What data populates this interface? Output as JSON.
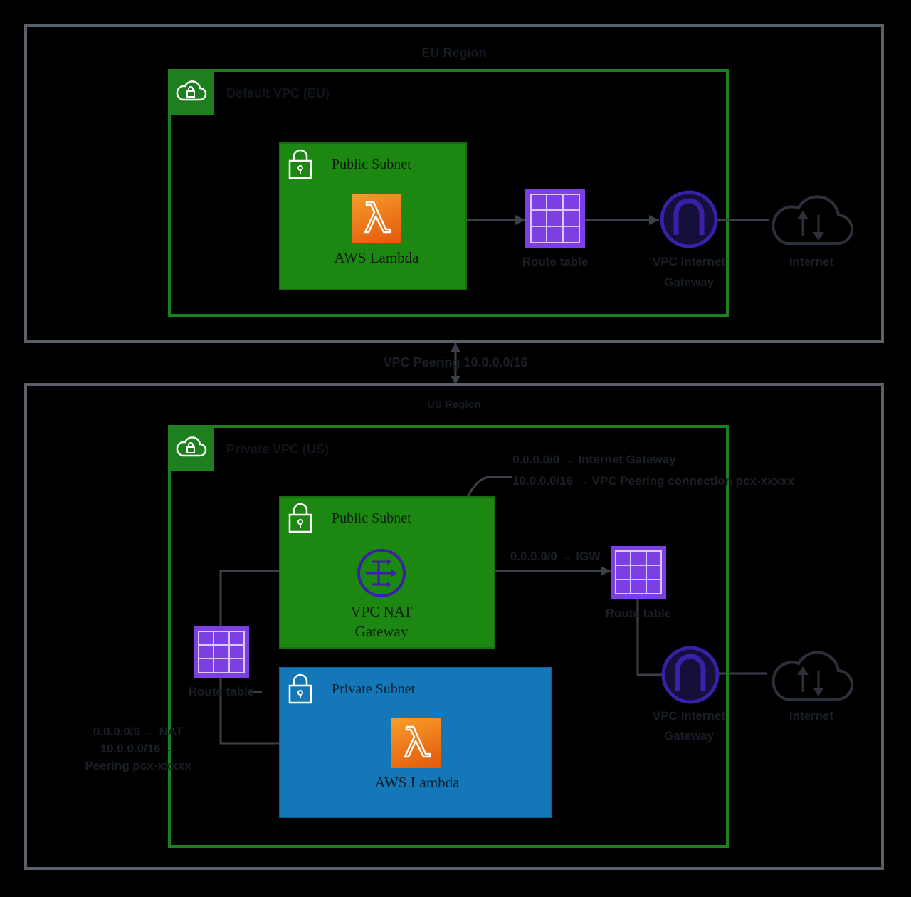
{
  "diagram": {
    "top_region": {
      "label": "EU Region",
      "vpc": {
        "label": "Default VPC (EU)",
        "public_subnet": {
          "label": "Public Subnet",
          "service": "AWS Lambda"
        },
        "route_table": "Route table",
        "internet_gateway": [
          "VPC Internet",
          "Gateway"
        ]
      },
      "cloud_label": "Internet"
    },
    "peering_label": "VPC Peering 10.0.0.0/16",
    "bottom_region": {
      "label": "US Region",
      "vpc": {
        "label": "Private VPC (US)",
        "annotation": [
          "0.0.0.0/0 → Internet Gateway",
          "10.0.0.0/16 → VPC Peering connection pcx-xxxxx"
        ],
        "public_subnet": {
          "label": "Public Subnet",
          "service": [
            "VPC NAT",
            "Gateway"
          ]
        },
        "public_route_label": "0.0.0.0/0 → IGW",
        "public_route_table": "Route table",
        "private_route_table": "Route table",
        "private_subnet": {
          "label": "Private Subnet",
          "service": "AWS Lambda"
        },
        "internet_gateway": [
          "VPC Internet",
          "Gateway"
        ],
        "private_route_annotation": [
          "0.0.0.0/0 → NAT",
          "10.0.0.0/16 →",
          "Peering pcx-xxxxx"
        ]
      },
      "cloud_label": "Internet"
    },
    "colors": {
      "background": "#000000",
      "region_border": "#5b6068",
      "vpc_border": "#1d7f1d",
      "public_subnet": "#1c8811",
      "private_subnet": "#1478b8",
      "lambda": "#f08a24",
      "route_table": "#7b3fe4",
      "gateway": "#3b1fa8",
      "connector": "#3c4048"
    },
    "icons": [
      "vpc-cloud-lock-icon",
      "padlock-icon",
      "lambda-icon",
      "route-table-icon",
      "internet-gateway-icon",
      "nat-gateway-icon",
      "internet-cloud-icon"
    ]
  }
}
